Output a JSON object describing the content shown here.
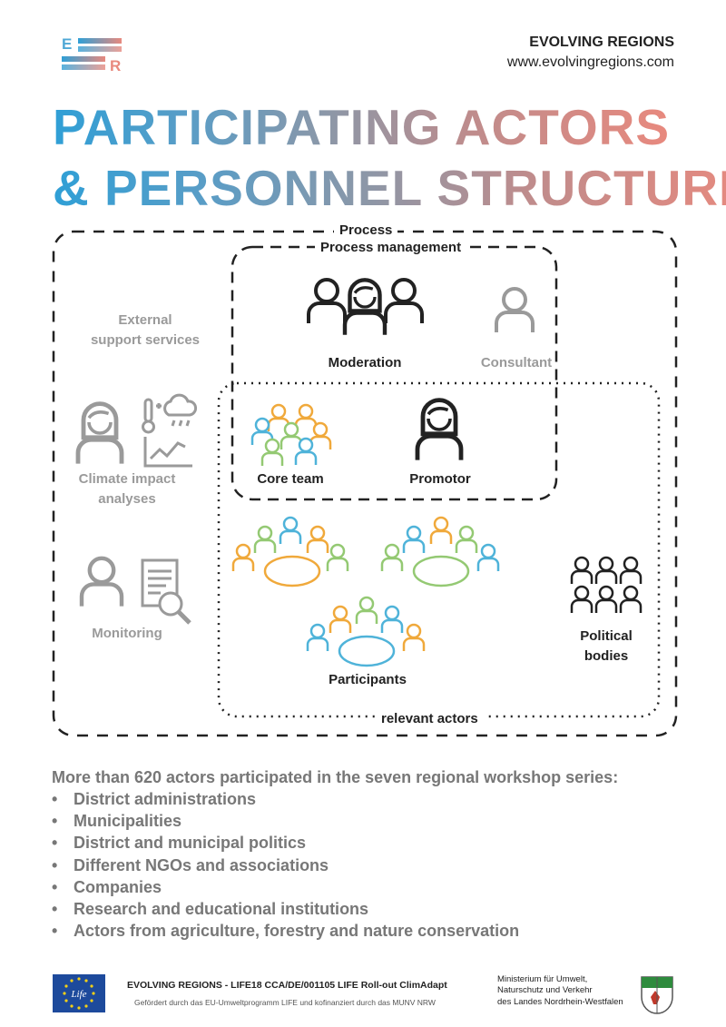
{
  "header": {
    "logo_letters": [
      "E",
      "R"
    ],
    "org_name": "EVOLVING REGIONS",
    "org_url": "www.evolvingregions.com"
  },
  "title": {
    "line1": "PARTICIPATING ACTORS",
    "line2": "& PERSONNEL STRUCTURE"
  },
  "diagram": {
    "process_label": "Process",
    "process_management_label": "Process management",
    "relevant_actors_label": "relevant actors",
    "external_support_label": [
      "External",
      "support services"
    ],
    "climate_impact_label": [
      "Climate impact",
      "analyses"
    ],
    "monitoring_label": "Monitoring",
    "moderation_label": "Moderation",
    "consultant_label": "Consultant",
    "core_team_label": "Core team",
    "promotor_label": "Promotor",
    "participants_label": "Participants",
    "political_bodies_label": [
      "Political",
      "bodies"
    ]
  },
  "info": {
    "intro": "More than 620 actors participated in the seven regional workshop series:",
    "bullets": [
      "District administrations",
      "Municipalities",
      "District and municipal politics",
      "Different NGOs and associations",
      "Companies",
      "Research and educational institutions",
      "Actors from agriculture, forestry and nature conservation"
    ]
  },
  "footer": {
    "project_line": "EVOLVING REGIONS - LIFE18 CCA/DE/001105 LIFE Roll-out ClimAdapt",
    "funding_line": "Gefördert durch das EU-Umweltprogramm LIFE und kofinanziert durch das MUNV NRW",
    "eu_logo_text": "Life",
    "ministry_lines": [
      "Ministerium für Umwelt,",
      "Naturschutz und Verkehr",
      "des Landes Nordrhein-Westfalen"
    ]
  },
  "colors": {
    "blue": "#4fb3d9",
    "orange": "#f0a93b",
    "green": "#94c973",
    "dark": "#222222",
    "grey": "#9a9a9a",
    "salmon": "#e8897e"
  }
}
